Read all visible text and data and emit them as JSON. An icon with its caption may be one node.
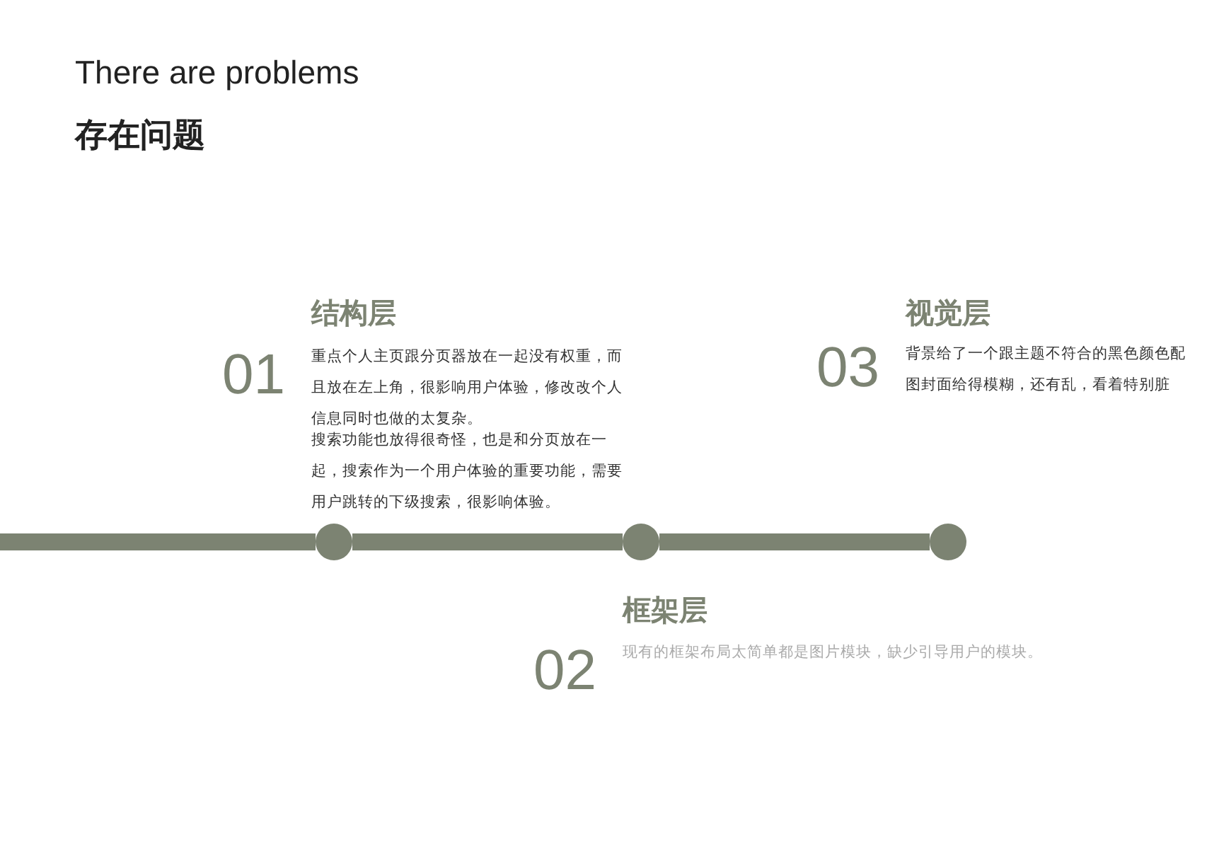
{
  "diagram": {
    "title": "There are problems",
    "nodes": [
      {
        "text": [],
        "shape": "circle"
      },
      {
        "text": [],
        "shape": "circle"
      },
      {
        "text": [],
        "shape": "circle"
      }
    ],
    "edges": [
      {
        "from": null,
        "to": 0,
        "arrow": "none"
      },
      {
        "from": 0,
        "to": 1,
        "arrow": "none"
      },
      {
        "from": 1,
        "to": 2,
        "arrow": "none"
      }
    ],
    "labels": [
      "存在问题",
      "结构层",
      "01",
      "重点个人主页跟分页器放在一起没有权重，而且放在左上角，很影响用户体验，修改改个人信息同时也做的太复杂。",
      "搜索功能也放得很奇怪，也是和分页放在一起，搜索作为一个用户体验的重要功能，需要用户跳转的下级搜索，很影响体验。",
      "视觉层",
      "03",
      "背景给了一个跟主题不符合的黑色颜色配图封面给得模糊，还有乱，看着特别脏",
      "框架层",
      "02",
      "现有的框架布局太简单都是图片模块，缺少引导用户的模块。"
    ]
  }
}
